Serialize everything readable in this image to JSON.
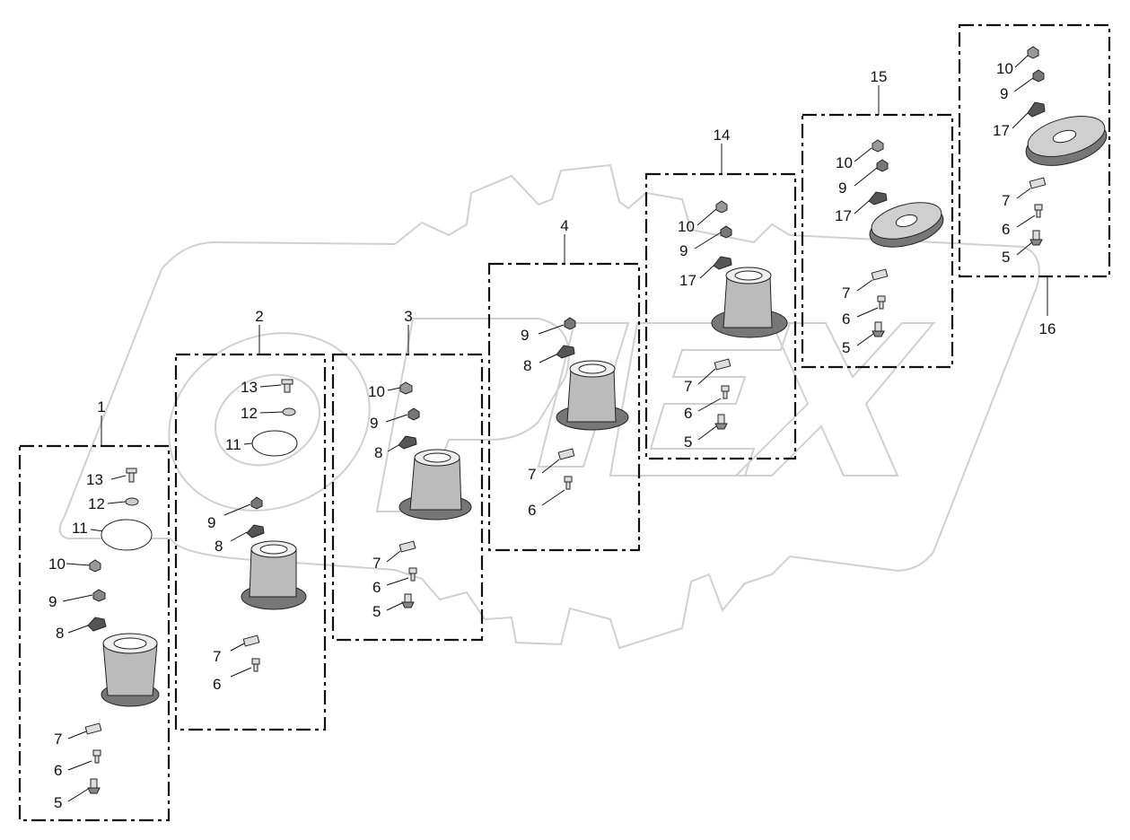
{
  "colors": {
    "ink": "#111111",
    "watermark": "#d0d0d0",
    "part_fill": "#bdbdbd",
    "part_dark": "#555555"
  },
  "groups": [
    {
      "id": "1",
      "label": "1",
      "parts": [
        {
          "label": "13",
          "icon": "bolt"
        },
        {
          "label": "12",
          "icon": "washer"
        },
        {
          "label": "11",
          "icon": "cover-plate"
        },
        {
          "label": "10",
          "icon": "nut"
        },
        {
          "label": "9",
          "icon": "nut"
        },
        {
          "label": "8",
          "icon": "bracket"
        },
        {
          "label": "7",
          "icon": "shim"
        },
        {
          "label": "6",
          "icon": "screw"
        },
        {
          "label": "5",
          "icon": "screw"
        }
      ]
    },
    {
      "id": "2",
      "label": "2",
      "parts": [
        {
          "label": "13",
          "icon": "bolt"
        },
        {
          "label": "12",
          "icon": "washer"
        },
        {
          "label": "11",
          "icon": "cover-plate"
        },
        {
          "label": "9",
          "icon": "nut"
        },
        {
          "label": "8",
          "icon": "bracket"
        },
        {
          "label": "7",
          "icon": "shim"
        },
        {
          "label": "6",
          "icon": "screw"
        }
      ]
    },
    {
      "id": "3",
      "label": "3",
      "parts": [
        {
          "label": "10",
          "icon": "nut"
        },
        {
          "label": "9",
          "icon": "nut"
        },
        {
          "label": "8",
          "icon": "bracket"
        },
        {
          "label": "7",
          "icon": "shim"
        },
        {
          "label": "6",
          "icon": "screw"
        },
        {
          "label": "5",
          "icon": "screw"
        }
      ]
    },
    {
      "id": "4",
      "label": "4",
      "parts": [
        {
          "label": "9",
          "icon": "nut"
        },
        {
          "label": "8",
          "icon": "bracket"
        },
        {
          "label": "7",
          "icon": "shim"
        },
        {
          "label": "6",
          "icon": "screw"
        }
      ]
    },
    {
      "id": "14",
      "label": "14",
      "parts": [
        {
          "label": "10",
          "icon": "nut"
        },
        {
          "label": "9",
          "icon": "nut"
        },
        {
          "label": "17",
          "icon": "bracket"
        },
        {
          "label": "7",
          "icon": "shim"
        },
        {
          "label": "6",
          "icon": "screw"
        },
        {
          "label": "5",
          "icon": "screw"
        }
      ]
    },
    {
      "id": "15",
      "label": "15",
      "parts": [
        {
          "label": "10",
          "icon": "nut"
        },
        {
          "label": "9",
          "icon": "nut"
        },
        {
          "label": "17",
          "icon": "bracket"
        },
        {
          "label": "7",
          "icon": "shim"
        },
        {
          "label": "6",
          "icon": "screw"
        },
        {
          "label": "5",
          "icon": "screw"
        }
      ]
    },
    {
      "id": "16",
      "label": "16",
      "parts": [
        {
          "label": "10",
          "icon": "nut"
        },
        {
          "label": "9",
          "icon": "nut"
        },
        {
          "label": "17",
          "icon": "bracket"
        },
        {
          "label": "7",
          "icon": "shim"
        },
        {
          "label": "6",
          "icon": "screw"
        },
        {
          "label": "5",
          "icon": "screw"
        }
      ]
    }
  ]
}
